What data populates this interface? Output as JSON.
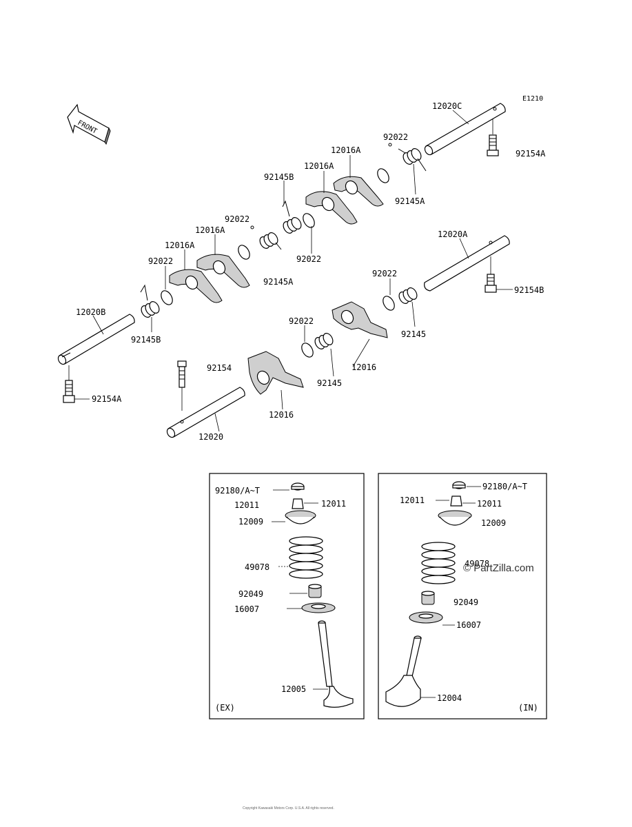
{
  "diagram_code": "E1210",
  "front_label": "FRONT",
  "labels": {
    "p12020C": "12020C",
    "p92154A_top": "92154A",
    "p92022_a": "92022",
    "p12016A_a": "12016A",
    "p12016A_b": "12016A",
    "p92145B_a": "92145B",
    "p92145A_a": "92145A",
    "p92022_b": "92022",
    "p12016A_c": "12016A",
    "p12016A_d": "12016A",
    "p92022_c": "92022",
    "p92022_d": "92022",
    "p92145A_b": "92145A",
    "p12020A": "12020A",
    "p92154B": "92154B",
    "p92022_e": "92022",
    "p92145_a": "92145",
    "p92022_f": "92022",
    "p12016_a": "12016",
    "p92145_b": "92145",
    "p12020B": "12020B",
    "p92145B_b": "92145B",
    "p92154": "92154",
    "p92154A_bottom": "92154A",
    "p12016_b": "12016",
    "p12020": "12020"
  },
  "ex_box": {
    "tag": "(EX)",
    "labels": [
      "92180/A~T",
      "12011",
      "12011",
      "12009",
      "49078",
      "92049",
      "16007",
      "12005"
    ]
  },
  "in_box": {
    "tag": "(IN)",
    "labels": [
      "92180/A~T",
      "12011",
      "12011",
      "12009",
      "49078",
      "92049",
      "16007",
      "12004"
    ]
  },
  "watermark": "© PartZilla.com",
  "copyright": "Copyright Kawasaki Motors Corp. U.S.A. All rights reserved."
}
